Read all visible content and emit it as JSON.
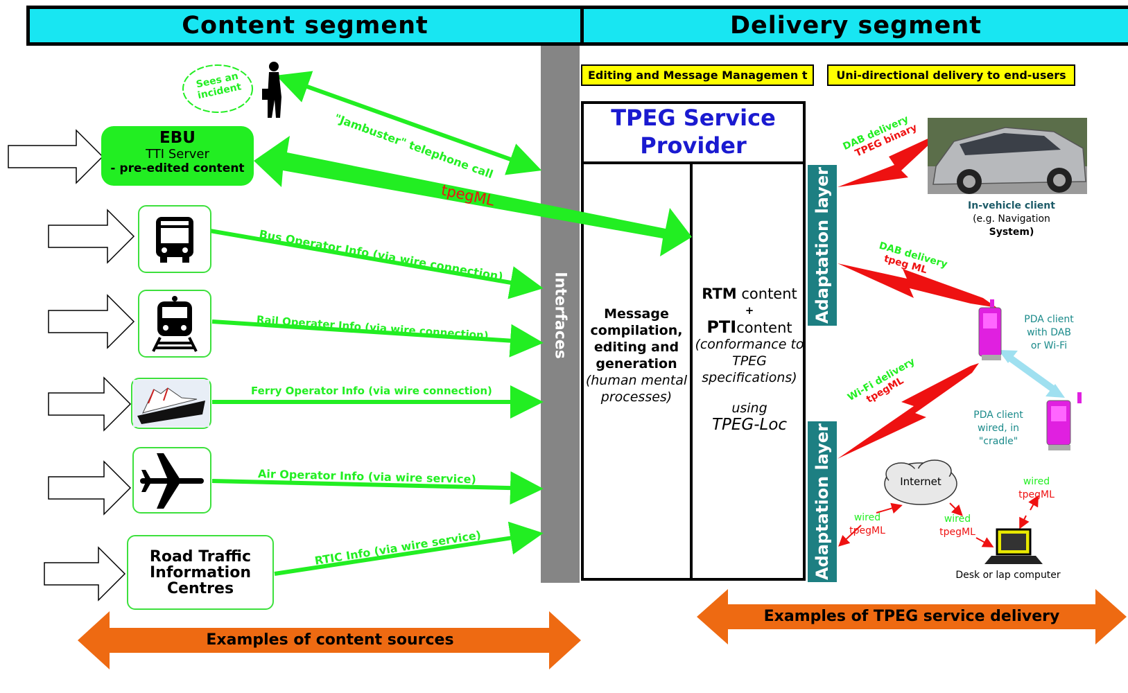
{
  "headers": {
    "content": "Content segment",
    "delivery": "Delivery segment"
  },
  "yellow_labels": {
    "editing": "Editing and Message Managemen t",
    "unidirectional": "Uni-directional delivery to end-users"
  },
  "provider": {
    "line1": "TPEG Service",
    "line2": "Provider"
  },
  "interfaces": "Interfaces",
  "incident_bubble": "Sees an incident",
  "jambuster": "\"Jambuster\" telephone call",
  "ebu": {
    "title": "EBU",
    "line2": "TTI Server",
    "line3": "- pre-edited content"
  },
  "tpegml_main": "tpegML",
  "flows": {
    "bus": "Bus Operator Info (via wire connection)",
    "rail": "Rail Operater Info (via wire connection)",
    "ferry": "Ferry Operator Info (via wire connection)",
    "air": "Air Operator Info (via wire service)",
    "rtic": "RTIC Info (via wire service)"
  },
  "road_traffic": {
    "line1": "Road Traffic",
    "line2": "Information",
    "line3": "Centres"
  },
  "left_column": {
    "l1": "Message",
    "l2": "compilation,",
    "l3": "editing and",
    "l4": "generation",
    "l5": "(human mental",
    "l6": "processes)"
  },
  "right_column": {
    "rtm": "RTM",
    "content1": "content",
    "plus": "+",
    "pti": "PTI",
    "content2": "content",
    "c1": "(conformance to",
    "c2": "TPEG",
    "c3": "specifications)",
    "using": "using",
    "tpegloc": "TPEG-Loc"
  },
  "adaptation": "Adaptation layer",
  "delivery": {
    "dab1_line1": "DAB delivery",
    "dab1_line2": "TPEG binary",
    "vehicle_l1": "In-vehicle client",
    "vehicle_l2": "(e.g. Navigation",
    "vehicle_l3": "System)",
    "dab2_line1": "DAB delivery",
    "dab2_line2": "tpeg ML",
    "pda1_l1": "PDA client",
    "pda1_l2": "with DAB",
    "pda1_l3": "or Wi-Fi",
    "wifi_l1": "Wi-Fi delivery",
    "wifi_l2": "tpegML",
    "pda2_l1": "PDA client",
    "pda2_l2": "wired, in",
    "pda2_l3": "\"cradle\"",
    "internet": "Internet",
    "wired1_l1": "wired",
    "wired1_l2": "tpegML",
    "wired2_l1": "wired",
    "wired2_l2": "tpegML",
    "wired3_l1": "wired",
    "wired3_l2": "tpegML",
    "desk": "Desk or lap computer"
  },
  "bottom": {
    "content_sources": "Examples of content sources",
    "service_delivery": "Examples of TPEG service delivery"
  },
  "colors": {
    "cyan": "#18e6f2",
    "green": "#22ee22",
    "orange": "#ee6a12",
    "teal": "#1d7f82",
    "red": "#ee1111",
    "magenta": "#e020e0",
    "gray": "#858585",
    "yellow": "#ffff00"
  }
}
